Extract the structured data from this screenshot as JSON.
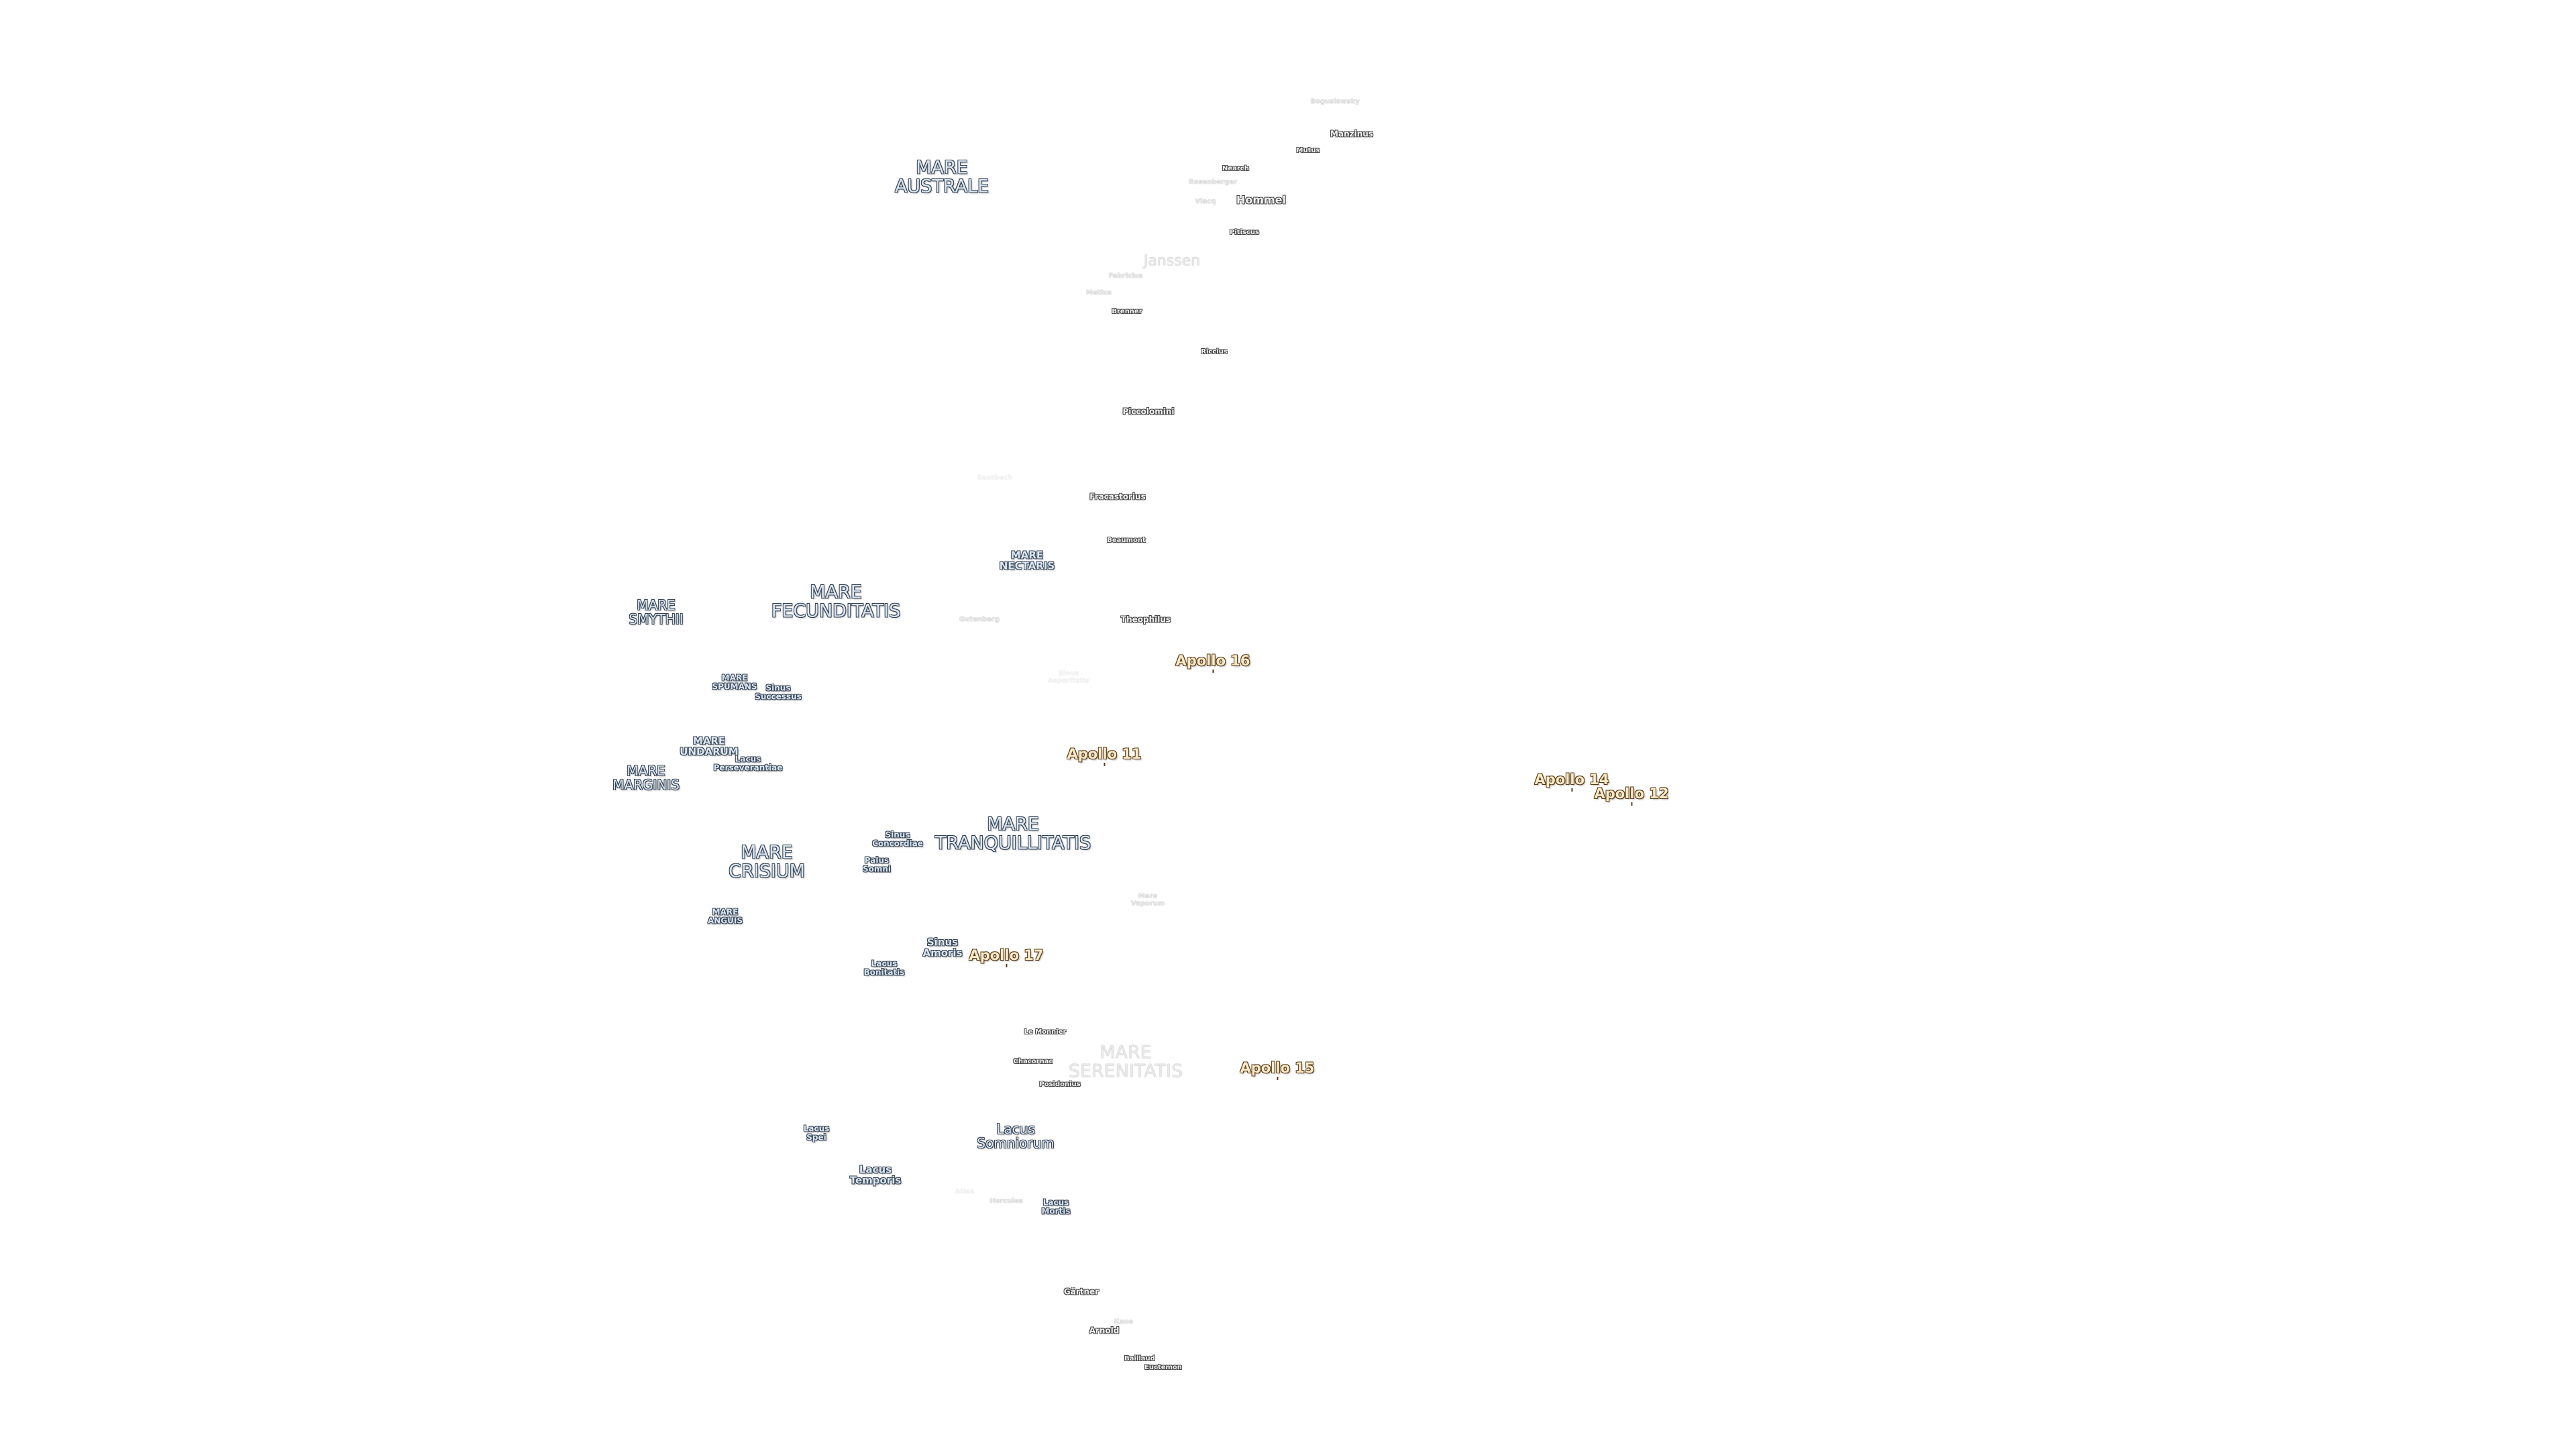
{
  "labels": {
    "boguslawsky": "Boguslawsky",
    "manzinus": "Manzinus",
    "mutus": "Mutus",
    "hommel": "Hommel",
    "pitiscus": "Pitiscus",
    "vlacq": "Vlacq",
    "nearch": "Nearch",
    "rosenberger": "Rosenberger",
    "janssen": "Janssen",
    "fabricius": "Fabricius",
    "metius": "Metius",
    "brenner": "Brenner",
    "riccius": "Riccius",
    "piccolomini": "Piccolomini",
    "santbech": "Santbech",
    "fracastorius": "Fracastorius",
    "beaumont": "Beaumont",
    "theophilus": "Theophilus",
    "gutenberg": "Gutenberg",
    "le_monnier": "Le Monnier",
    "chacornac": "Chacornac",
    "posidonius": "Posidonius",
    "hercules": "Hercules",
    "atlas": "Atlas",
    "gartner": "Gärtner",
    "arnold": "Arnold",
    "kane": "Kane",
    "baillaud": "Baillaud",
    "euctemon": "Euctemon",
    "mare_australe": [
      "MARE",
      "AUSTRALE"
    ],
    "mare_nectaris": [
      "MARE",
      "NECTARIS"
    ],
    "mare_fecunditatis": [
      "MARE",
      "FECUNDITATIS"
    ],
    "mare_smythii": [
      "MARE",
      "SMYTHII"
    ],
    "mare_spumans": [
      "MARE",
      "SPUMANS"
    ],
    "sinus_successus": [
      "Sinus",
      "Successus"
    ],
    "mare_undarum": [
      "MARE",
      "UNDARUM"
    ],
    "lacus_perseverantiae": [
      "Lacus",
      "Perseverantiae"
    ],
    "mare_marginis": [
      "MARE",
      "MARGINIS"
    ],
    "sinus_asperitatis": [
      "Sinus",
      "Asperitatis"
    ],
    "mare_tranquillitatis": [
      "MARE",
      "TRANQUILLITATIS"
    ],
    "sinus_concordiae": [
      "Sinus",
      "Concordiae"
    ],
    "palus_somni": [
      "Palus",
      "Somni"
    ],
    "mare_crisium": [
      "MARE",
      "CRISIUM"
    ],
    "mare_anguis": [
      "MARE",
      "ANGUIS"
    ],
    "sinus_amoris": [
      "Sinus",
      "Amoris"
    ],
    "lacus_bonitatis": [
      "Lacus",
      "Bonitatis"
    ],
    "mare_vaporum": [
      "Mare",
      "Vaporum"
    ],
    "mare_serenitatis": [
      "MARE",
      "SERENITATIS"
    ],
    "lacus_spei": [
      "Lacus",
      "Spei"
    ],
    "lacus_somniorum": [
      "Lacus",
      "Somniorum"
    ],
    "lacus_temporis": [
      "Lacus",
      "Temporis"
    ],
    "lacus_mortis": [
      "Lacus",
      "Mortis"
    ],
    "apollo_16": "Apollo 16",
    "apollo_11": "Apollo 11",
    "apollo_14": "Apollo 14",
    "apollo_12": "Apollo 12",
    "apollo_17": "Apollo 17",
    "apollo_15": "Apollo 15"
  },
  "colors": {
    "background": "#ffffff",
    "mare_fill": "#dbe6f3",
    "mare_halo": "#33404f",
    "crater_fill": "#f2f2f2",
    "crater_halo": "#444444",
    "apollo_fill": "#f7eac8",
    "apollo_halo": "#5b3a14"
  }
}
